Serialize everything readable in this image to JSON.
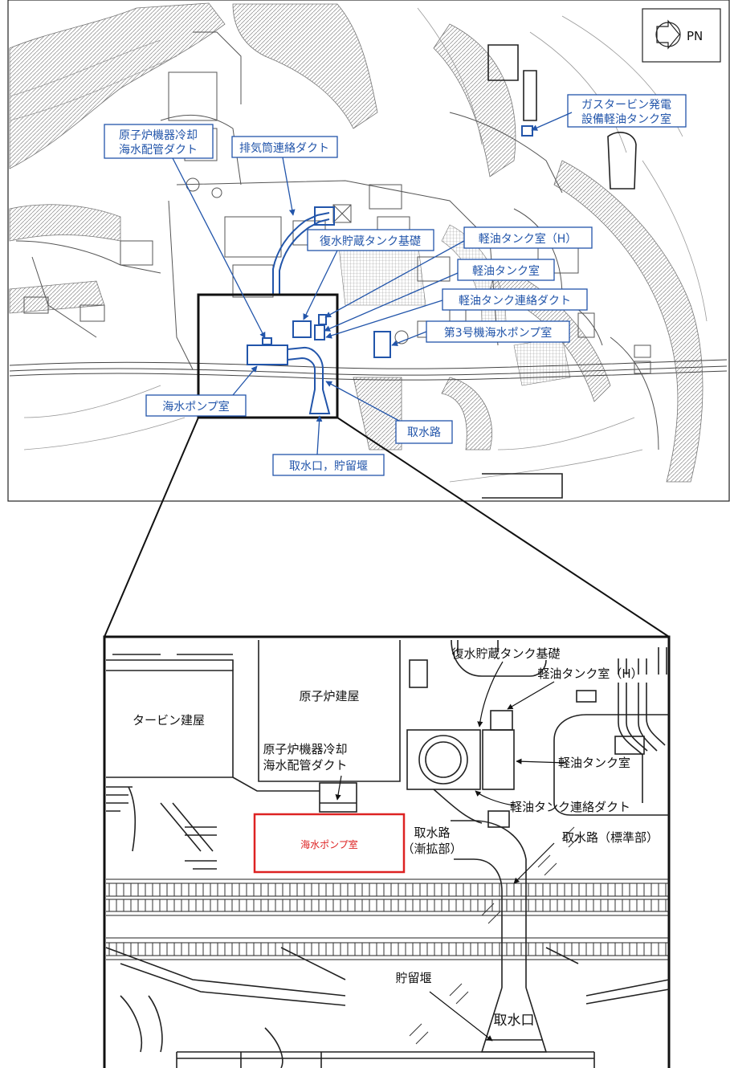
{
  "north_marker": {
    "label": "PN"
  },
  "overview": {
    "labels": {
      "gas_turbine_line1": "ガスタービン発電",
      "gas_turbine_line2": "設備軽油タンク室",
      "reactor_cooling_line1": "原子炉機器冷却",
      "reactor_cooling_line2": "海水配管ダクト",
      "exhaust_duct": "排気筒連絡ダクト",
      "condensate_tank": "復水貯蔵タンク基礎",
      "oil_tank_h": "軽油タンク室（H）",
      "oil_tank": "軽油タンク室",
      "oil_tank_duct": "軽油タンク連絡ダクト",
      "unit3_pump": "第3号機海水ポンプ室",
      "seawater_pump": "海水ポンプ室",
      "intake_channel": "取水路",
      "intake_reservoir": "取水口，貯留堰"
    }
  },
  "detail": {
    "labels": {
      "condensate_tank": "復水貯蔵タンク基礎",
      "oil_tank_h": "軽油タンク室（H）",
      "turbine_building": "タービン建屋",
      "reactor_building": "原子炉建屋",
      "oil_tank": "軽油タンク室",
      "reactor_cooling_line1": "原子炉機器冷却",
      "reactor_cooling_line2": "海水配管ダクト",
      "oil_tank_duct": "軽油タンク連絡ダクト",
      "intake_standard": "取水路（標準部）",
      "seawater_pump": "海水ポンプ室",
      "intake_taper_line1": "取水路",
      "intake_taper_line2": "（漸拡部）",
      "reservoir_weir": "貯留堰",
      "intake_mouth": "取水口"
    }
  },
  "colors": {
    "callout_blue": "#2255aa",
    "highlight_red": "#dd2222",
    "map_line": "#555555",
    "terrain": "#9a9a9a"
  }
}
